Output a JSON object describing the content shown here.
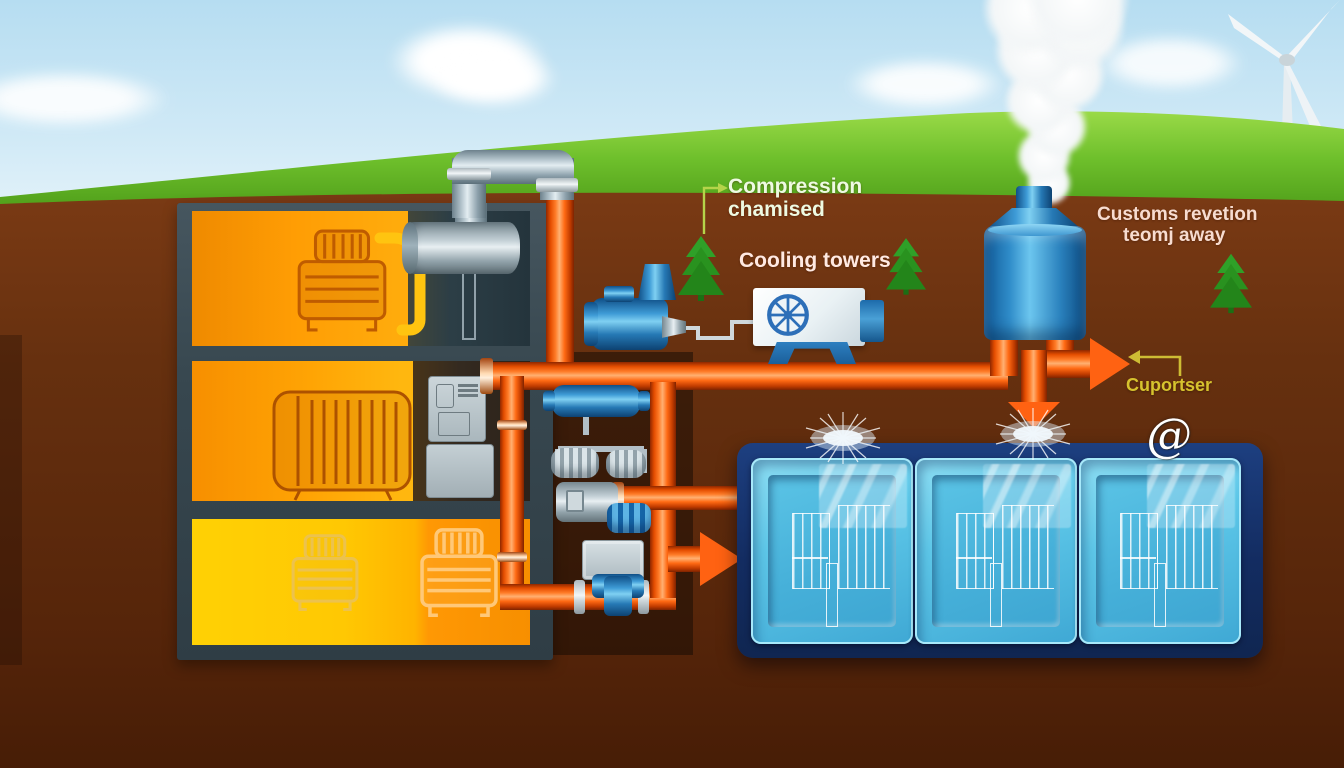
{
  "labels": {
    "compression_line1": "Compression",
    "compression_line2": "chamised",
    "cooling_towers": "Cooling towers",
    "customs_line1": "Customs revetion",
    "customs_line2": "teomj away",
    "cuportser": "Cuportser",
    "at_symbol": "@"
  },
  "colors": {
    "sky_blue": "#cde9f6",
    "grass_green": "#6bbd2a",
    "soil_brown": "#66300f",
    "pipe_orange": "#ff5f12",
    "hot_chamber_orange": "#ffa50a",
    "hot_chamber_yellow": "#ffd304",
    "frame_gray": "#3b4a52",
    "machine_blue": "#2f86c7",
    "container_navy": "#15306b",
    "cell_blue": "#55c2e6",
    "label_white": "#f6efe6",
    "label_pink": "#f7dcd0",
    "label_yellow": "#d6c22e",
    "callout_green": "#b5d44a"
  },
  "icons": {
    "trees": "pine-tree",
    "turbine": "wind-turbine",
    "fan": "cooling-fan",
    "sparkle": "sparkle-flare",
    "at": "at-glyph"
  }
}
